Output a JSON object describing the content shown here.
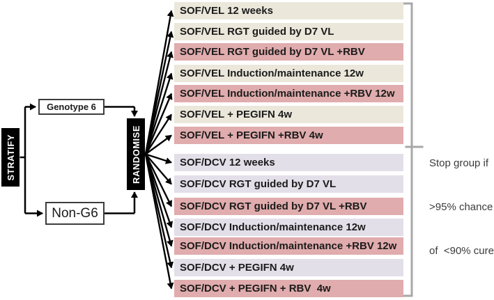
{
  "diagram": {
    "stratify_label": "STRATIFY",
    "randomise_label": "RANDOMISE",
    "genotype6_label": "Genotype 6",
    "non_g6_label": "Non-G6",
    "stop_rule": {
      "lines": [
        "Stop group if",
        ">95% chance",
        "of  <90% cure"
      ]
    },
    "arms": [
      {
        "label": "SOF/VEL 12 weeks",
        "color": "beige"
      },
      {
        "label": "SOF/VEL RGT guided by D7 VL",
        "color": "beige"
      },
      {
        "label": "SOF/VEL RGT guided by D7 VL +RBV",
        "color": "pink"
      },
      {
        "label": "SOF/VEL Induction/maintenance 12w",
        "color": "beige"
      },
      {
        "label": "SOF/VEL Induction/maintenance +RBV 12w",
        "color": "pink"
      },
      {
        "label": "SOF/VEL + PEGIFN 4w",
        "color": "beige"
      },
      {
        "label": "SOF/VEL + PEGIFN +RBV 4w",
        "color": "pink"
      },
      {
        "label": "SOF/DCV 12 weeks",
        "color": "lavender"
      },
      {
        "label": "SOF/DCV RGT guided by D7 VL",
        "color": "lavender"
      },
      {
        "label": "SOF/DCV RGT guided by D7 VL +RBV",
        "color": "pink"
      },
      {
        "label": "SOF/DCV Induction/maintenance 12w",
        "color": "lavender"
      },
      {
        "label": "SOF/DCV Induction/maintenance +RBV 12w",
        "color": "pink"
      },
      {
        "label": "SOF/DCV + PEGIFN 4w",
        "color": "lavender"
      },
      {
        "label": "SOF/DCV + PEGIFN + RBV  4w",
        "color": "pink"
      }
    ],
    "colors": {
      "beige": "#ebe8db",
      "pink": "#e0acad",
      "lavender": "#e3dfe9",
      "box_black": "#000000",
      "bracket_gray": "#a8a8a8",
      "arrow_black": "#000000"
    }
  }
}
